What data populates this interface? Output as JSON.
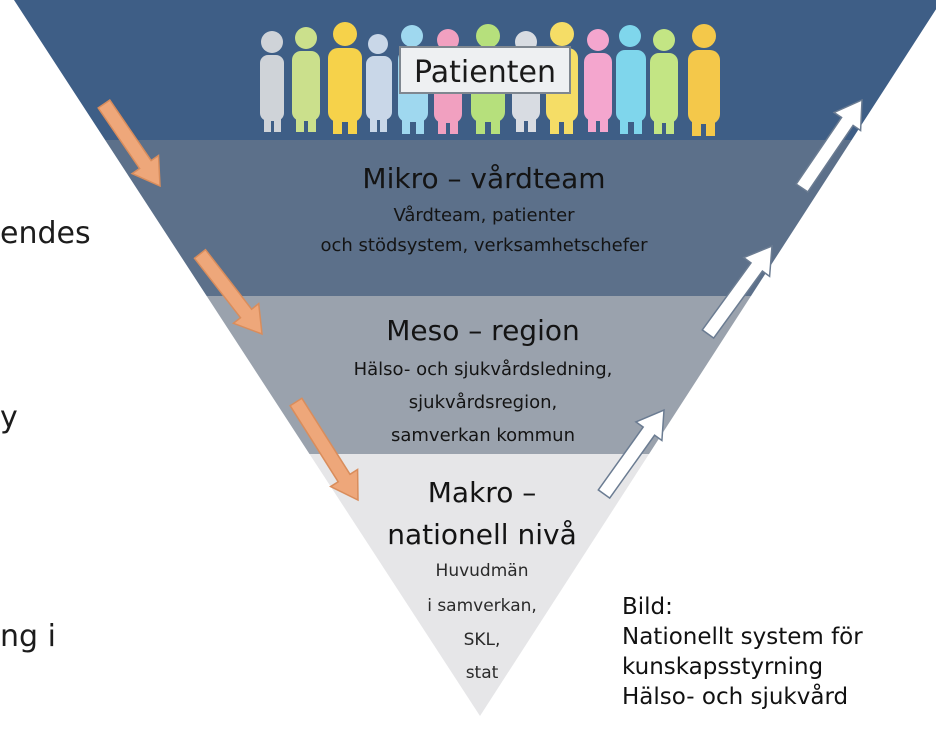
{
  "top": {
    "label": "Patienten"
  },
  "levels": [
    {
      "title": "Mikro – vårdteam",
      "lines": [
        "Vårdteam, patienter",
        "och stödsystem, verksamhetschefer"
      ]
    },
    {
      "title": "Meso – region",
      "lines": [
        "Hälso- och sjukvårdsledning,",
        "sjukvårdsregion,",
        "samverkan kommun"
      ]
    },
    {
      "title_lines": [
        "Makro –",
        "nationell nivå"
      ],
      "lines": [
        "Huvudmän",
        "i samverkan,",
        "SKL,",
        "stat"
      ]
    }
  ],
  "left_text_fragments": [
    "endes",
    "y",
    "ng i"
  ],
  "caption": {
    "lines": [
      "Bild:",
      "Nationellt system för",
      "kunskapsstyrning",
      "Hälso- och sjukvård"
    ]
  },
  "colors": {
    "top_band": "#3e5e86",
    "mikro_band": "#5c708a",
    "meso_band": "#9aa2ad",
    "makro_band": "#e6e6e8",
    "down_arrow": "#eea77a",
    "up_arrow": "#ffffff"
  }
}
